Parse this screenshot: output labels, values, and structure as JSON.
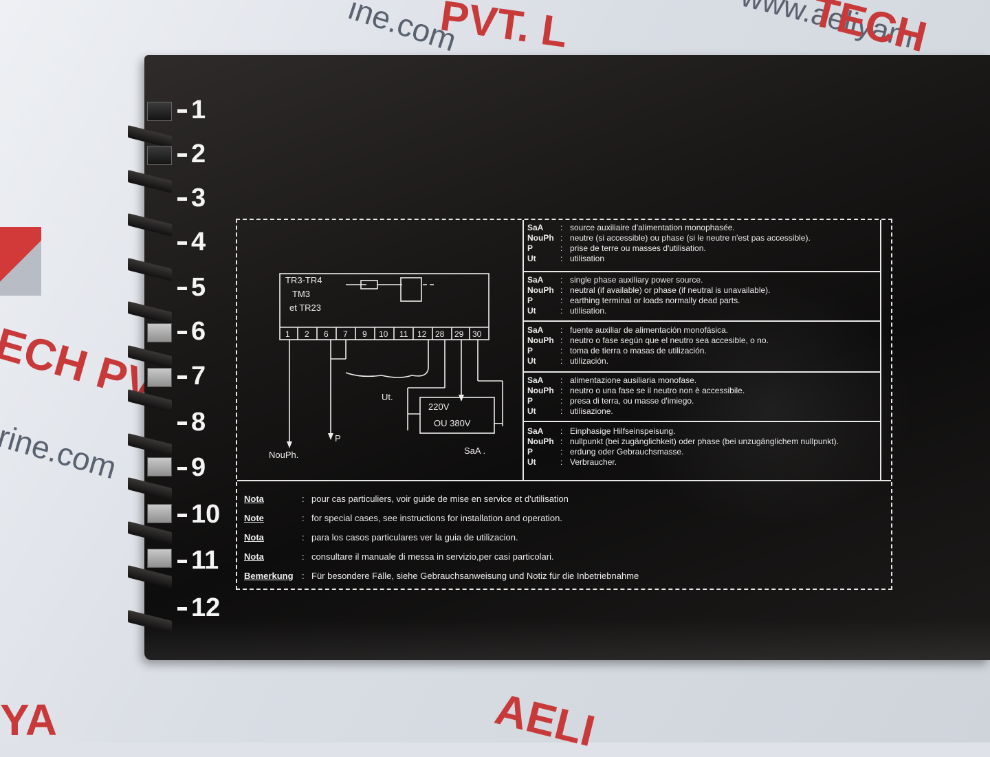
{
  "watermarks": {
    "top_center": "PVT. L",
    "top_gray_1": "ine.com",
    "top_url": "www.aeliyam",
    "top_right": "TECH",
    "left_red": "ECH PVT.",
    "left_gray": "rine.com",
    "bottom_left": "YA",
    "bottom_right": "AELI"
  },
  "pins": [
    "1",
    "2",
    "3",
    "4",
    "5",
    "6",
    "7",
    "8",
    "9",
    "10",
    "11",
    "12"
  ],
  "diagram": {
    "device_labels": [
      "TR3-TR4",
      "TM3",
      "et TR23"
    ],
    "terminals": [
      "1",
      "2",
      "6",
      "7",
      "9",
      "10",
      "11",
      "12",
      "28",
      "29",
      "30"
    ],
    "nouph": "NouPh.",
    "p": "P",
    "ut": "Ut.",
    "v220": "220V",
    "ou380": "OU  380V",
    "saa": "SaA ."
  },
  "legend": [
    {
      "rows": [
        {
          "code": "SaA",
          "text": "source auxiliaire d'alimentation monophasée."
        },
        {
          "code": "NouPh",
          "text": "neutre (si accessible) ou phase (si le neutre n'est pas accessible)."
        },
        {
          "code": "P",
          "text": "prise de terre ou masses d'utilisation."
        },
        {
          "code": "Ut",
          "text": "utilisation"
        }
      ]
    },
    {
      "rows": [
        {
          "code": "SaA",
          "text": "single phase auxiliary power source."
        },
        {
          "code": "NouPh",
          "text": "neutral (if available) or phase (if neutral is unavailable)."
        },
        {
          "code": "P",
          "text": "earthing terminal or loads normally dead parts."
        },
        {
          "code": "Ut",
          "text": "utilisation."
        }
      ]
    },
    {
      "rows": [
        {
          "code": "SaA",
          "text": "fuente auxiliar de alimentación monofásica."
        },
        {
          "code": "NouPh",
          "text": "neutro o fase según que el neutro sea accesible, o no."
        },
        {
          "code": "P",
          "text": "toma de tierra o masas de utilización."
        },
        {
          "code": "Ut",
          "text": "utilización."
        }
      ]
    },
    {
      "rows": [
        {
          "code": "SaA",
          "text": "alimentazione ausiliaria monofase."
        },
        {
          "code": "NouPh",
          "text": "neutro o una fase se il neutro non è accessibile."
        },
        {
          "code": "P",
          "text": "presa di terra, ou masse d'imiego."
        },
        {
          "code": "Ut",
          "text": "utilisazione."
        }
      ]
    },
    {
      "rows": [
        {
          "code": "SaA",
          "text": "Einphasige Hilfseinspeisung."
        },
        {
          "code": "NouPh",
          "text": "nullpunkt (bei zugänglichkeit) oder phase (bei unzugänglichem nullpunkt)."
        },
        {
          "code": "P",
          "text": "erdung oder Gebrauchsmasse."
        },
        {
          "code": "Ut",
          "text": "Verbraucher."
        }
      ]
    }
  ],
  "notes": [
    {
      "code": "Nota",
      "text": "pour cas particuliers, voir guide de mise en service et d'utilisation"
    },
    {
      "code": "Note",
      "text": "for special cases, see instructions for installation and operation."
    },
    {
      "code": "Nota",
      "text": "para los casos particulares ver la guia de utilizacion."
    },
    {
      "code": "Nota",
      "text": "consultare il manuale di messa in servizio,per casi particolari."
    },
    {
      "code": "Bemerkung",
      "text": "Für besondere Fälle, siehe Gebrauchsanweisung und Notiz für die Inbetriebnahme"
    }
  ],
  "colon": ":"
}
